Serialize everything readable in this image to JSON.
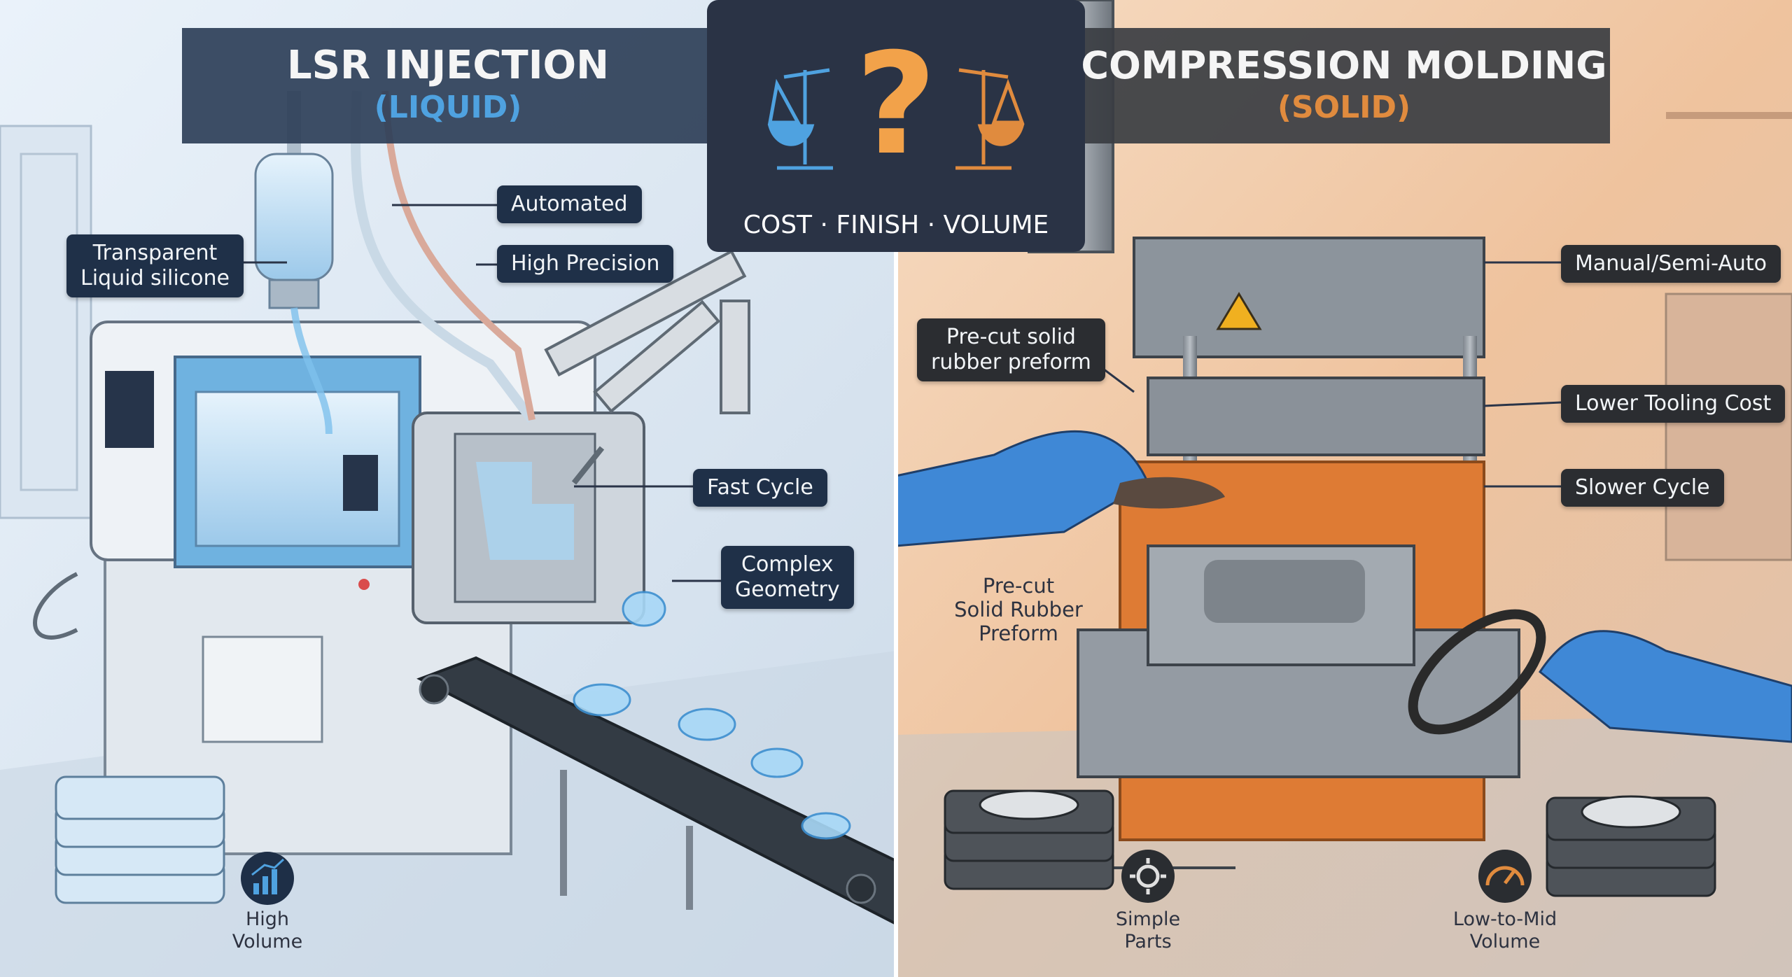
{
  "left": {
    "title": "LSR INJECTION",
    "subtitle": "(LIQUID)",
    "callouts": {
      "automated": "Automated",
      "high_precision": "High Precision",
      "transparent_line1": "Transparent",
      "transparent_line2": "Liquid silicone",
      "fast_cycle": "Fast Cycle",
      "complex_line1": "Complex",
      "complex_line2": "Geometry"
    },
    "badge": {
      "line1": "High",
      "line2": "Volume",
      "icon": "growth-chart-icon"
    }
  },
  "center": {
    "question": "?",
    "criteria": "COST · FINISH · VOLUME",
    "icon": "balance-scale-icon"
  },
  "right": {
    "title": "COMPRESSION MOLDING",
    "subtitle": "(SOLID)",
    "callouts": {
      "manual": "Manual/Semi-Auto",
      "precut_line1": "Pre-cut solid",
      "precut_line2": "rubber preform",
      "lower_tooling": "Lower Tooling Cost",
      "slower_cycle": "Slower Cycle"
    },
    "preform_text": {
      "line1": "Pre-cut",
      "line2": "Solid Rubber",
      "line3": "Preform"
    },
    "badges": [
      {
        "line1": "Simple",
        "line2": "Parts",
        "icon": "gear-icon"
      },
      {
        "line1": "Low-to-Mid",
        "line2": "Volume",
        "icon": "speedometer-icon"
      }
    ]
  },
  "colors": {
    "blue_accent": "#3a8fd0",
    "orange_accent": "#e07a2e",
    "label_bg": "#1f3048",
    "header_bg": "#2e3f58"
  }
}
